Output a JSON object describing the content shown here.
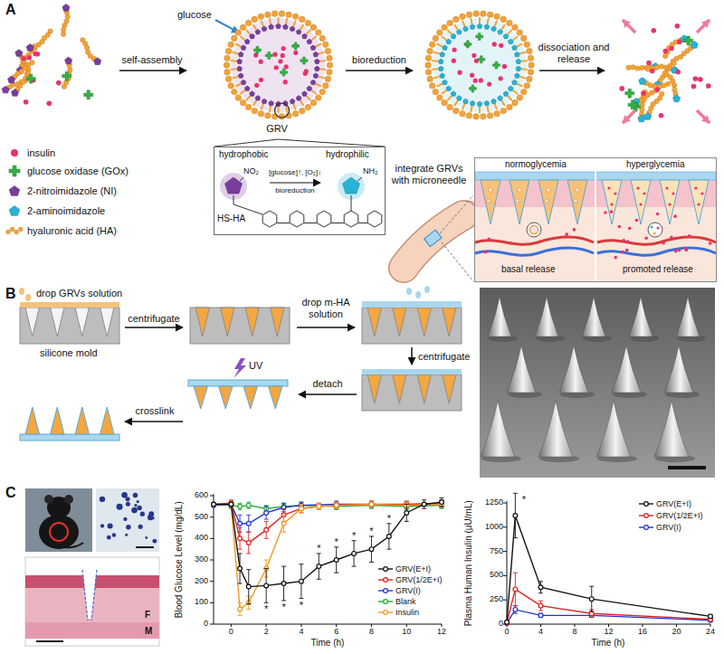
{
  "diagram": {
    "nodes": [
      {
        "text": [
          "GRV"
        ]
      },
      {
        "text": [
          "hydrophobic",
          "hydrophilic",
          "[glucose]↑, [O₂]↓",
          "bioreduction",
          "NO₂",
          "NH₂",
          "HS-HA"
        ]
      },
      {
        "text": [
          "normoglycemia",
          "hyperglycemia",
          "basal release",
          "promoted release"
        ]
      }
    ],
    "edges": [
      {
        "from": 0,
        "to": 1,
        "arrow": "none"
      }
    ],
    "labels": [
      "A",
      "glucose",
      "self-assembly",
      "bioreduction",
      "dissociation and release",
      "integrate GRVs with microneedle",
      "B",
      "drop GRVs solution",
      "centrifugate",
      "drop m-HA solution",
      "silicone mold",
      "centrifugate",
      "detach",
      "UV",
      "crosslink",
      "C",
      "F",
      "M",
      "Blood Glucose Level (mg/dL)",
      "Time (h)",
      "0",
      "100",
      "200",
      "300",
      "400",
      "500",
      "600",
      "0",
      "2",
      "4",
      "6",
      "8",
      "10",
      "12",
      "*",
      "*",
      "*",
      "*",
      "*",
      "*",
      "*",
      "*",
      "Plasma Human Insulin (μU/mL)",
      "Time (h)",
      "0",
      "250",
      "500",
      "750",
      "1000",
      "1250",
      "0",
      "4",
      "8",
      "12",
      "16",
      "20",
      "24",
      "*"
    ],
    "legend": [
      {
        "text": "insulin",
        "color": "#e8336b"
      },
      {
        "text": "glucose oxidase (GOx)",
        "color": "#33b043"
      },
      {
        "text": "2-nitroimidazole (NI)",
        "color": "#7a3d9e"
      },
      {
        "text": "2-aminoimidazole",
        "color": "#27b3d6"
      },
      {
        "text": "hyaluronic acid (HA)",
        "color": "#f2a33a"
      },
      {
        "text": "GRV(E+I)"
      },
      {
        "text": "GRV(1/2E+I)"
      },
      {
        "text": "GRV(I)"
      },
      {
        "text": "Blank"
      },
      {
        "text": "Insulin"
      },
      {
        "text": "GRV(E+I)"
      },
      {
        "text": "GRV(1/2E+I)"
      },
      {
        "text": "GRV(I)"
      }
    ]
  }
}
